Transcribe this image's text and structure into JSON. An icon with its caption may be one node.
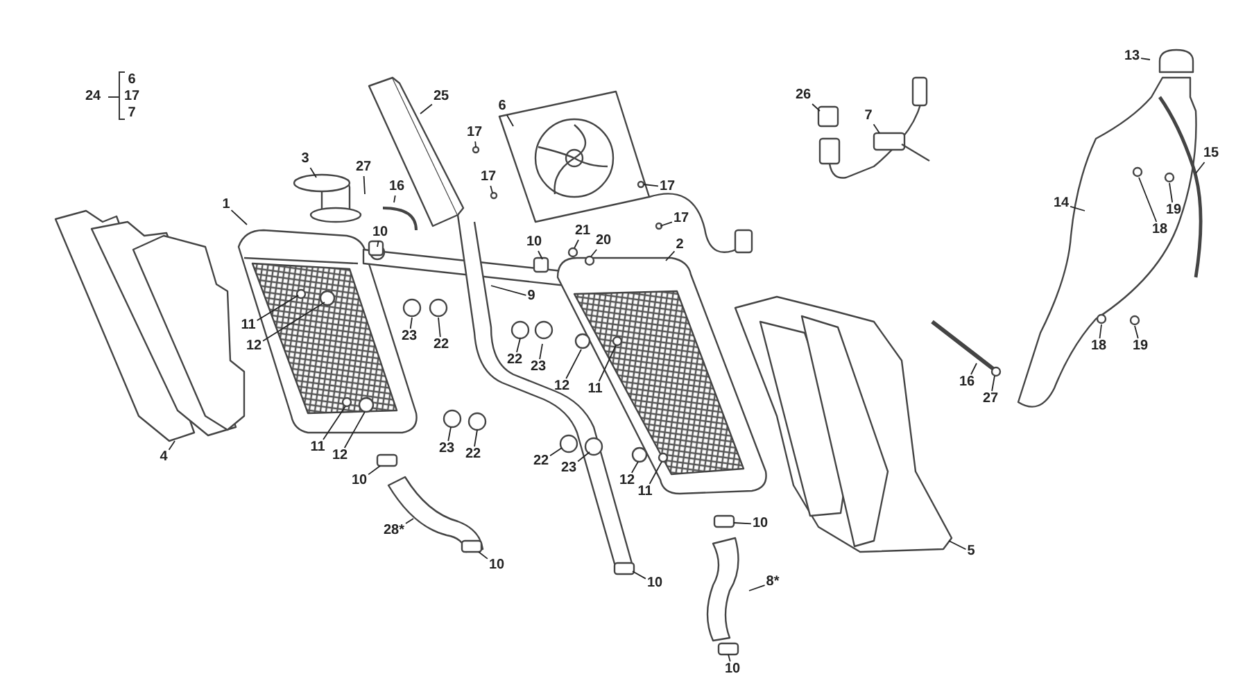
{
  "diagram": {
    "nodes": [
      {
        "text": [
          "1"
        ]
      },
      {
        "text": [
          "3"
        ]
      },
      {
        "text": [
          "27"
        ]
      },
      {
        "text": [
          "16"
        ]
      },
      {
        "text": [
          "10"
        ]
      },
      {
        "text": [
          "25"
        ]
      },
      {
        "text": [
          "17"
        ]
      },
      {
        "text": [
          "6"
        ]
      },
      {
        "text": [
          "17"
        ]
      },
      {
        "text": [
          "17"
        ]
      },
      {
        "text": [
          "17"
        ]
      },
      {
        "text": [
          "21"
        ]
      },
      {
        "text": [
          "20"
        ]
      },
      {
        "text": [
          "10"
        ]
      },
      {
        "text": [
          "2"
        ]
      },
      {
        "text": [
          "9"
        ]
      },
      {
        "text": [
          "11"
        ]
      },
      {
        "text": [
          "12"
        ]
      },
      {
        "text": [
          "23"
        ]
      },
      {
        "text": [
          "22"
        ]
      },
      {
        "text": [
          "22"
        ]
      },
      {
        "text": [
          "23"
        ]
      },
      {
        "text": [
          "12"
        ]
      },
      {
        "text": [
          "11"
        ]
      },
      {
        "text": [
          "26"
        ]
      },
      {
        "text": [
          "7"
        ]
      },
      {
        "text": [
          "13"
        ]
      },
      {
        "text": [
          "15"
        ]
      },
      {
        "text": [
          "14"
        ]
      },
      {
        "text": [
          "18"
        ]
      },
      {
        "text": [
          "19"
        ]
      },
      {
        "text": [
          "18"
        ]
      },
      {
        "text": [
          "19"
        ]
      },
      {
        "text": [
          "16"
        ]
      },
      {
        "text": [
          "27"
        ]
      },
      {
        "text": [
          "11"
        ]
      },
      {
        "text": [
          "12"
        ]
      },
      {
        "text": [
          "23"
        ]
      },
      {
        "text": [
          "22"
        ]
      },
      {
        "text": [
          "22"
        ]
      },
      {
        "text": [
          "23"
        ]
      },
      {
        "text": [
          "12"
        ]
      },
      {
        "text": [
          "11"
        ]
      },
      {
        "text": [
          "10"
        ]
      },
      {
        "text": [
          "28*"
        ]
      },
      {
        "text": [
          "10"
        ]
      },
      {
        "text": [
          "10"
        ]
      },
      {
        "text": [
          "10"
        ]
      },
      {
        "text": [
          "8*"
        ]
      },
      {
        "text": [
          "10"
        ]
      },
      {
        "text": [
          "4"
        ]
      },
      {
        "text": [
          "5"
        ]
      }
    ],
    "edges": [
      {
        "from": 0,
        "to": null,
        "arrow": "none"
      },
      {
        "from": 1,
        "to": null,
        "arrow": "none"
      },
      {
        "from": 2,
        "to": null,
        "arrow": "none"
      },
      {
        "from": 3,
        "to": null,
        "arrow": "none"
      },
      {
        "from": 4,
        "to": null,
        "arrow": "none"
      },
      {
        "from": 5,
        "to": null,
        "arrow": "none"
      },
      {
        "from": 6,
        "to": null,
        "arrow": "none"
      },
      {
        "from": 7,
        "to": null,
        "arrow": "none"
      },
      {
        "from": 8,
        "to": null,
        "arrow": "none"
      },
      {
        "from": 9,
        "to": null,
        "arrow": "none"
      },
      {
        "from": 10,
        "to": null,
        "arrow": "none"
      },
      {
        "from": 11,
        "to": null,
        "arrow": "none"
      },
      {
        "from": 12,
        "to": null,
        "arrow": "none"
      },
      {
        "from": 13,
        "to": null,
        "arrow": "none"
      },
      {
        "from": 14,
        "to": null,
        "arrow": "none"
      },
      {
        "from": 15,
        "to": null,
        "arrow": "none"
      },
      {
        "from": 16,
        "to": null,
        "arrow": "none"
      },
      {
        "from": 17,
        "to": null,
        "arrow": "none"
      },
      {
        "from": 18,
        "to": null,
        "arrow": "none"
      },
      {
        "from": 19,
        "to": null,
        "arrow": "none"
      },
      {
        "from": 20,
        "to": null,
        "arrow": "none"
      },
      {
        "from": 21,
        "to": null,
        "arrow": "none"
      },
      {
        "from": 22,
        "to": null,
        "arrow": "none"
      },
      {
        "from": 23,
        "to": null,
        "arrow": "none"
      },
      {
        "from": 24,
        "to": null,
        "arrow": "none"
      },
      {
        "from": 25,
        "to": null,
        "arrow": "none"
      },
      {
        "from": 26,
        "to": null,
        "arrow": "none"
      },
      {
        "from": 27,
        "to": null,
        "arrow": "none"
      },
      {
        "from": 28,
        "to": null,
        "arrow": "none"
      },
      {
        "from": 29,
        "to": null,
        "arrow": "none"
      },
      {
        "from": 30,
        "to": null,
        "arrow": "none"
      },
      {
        "from": 31,
        "to": null,
        "arrow": "none"
      },
      {
        "from": 32,
        "to": null,
        "arrow": "none"
      },
      {
        "from": 33,
        "to": null,
        "arrow": "none"
      },
      {
        "from": 34,
        "to": null,
        "arrow": "none"
      },
      {
        "from": 35,
        "to": null,
        "arrow": "none"
      },
      {
        "from": 36,
        "to": null,
        "arrow": "none"
      },
      {
        "from": 37,
        "to": null,
        "arrow": "none"
      },
      {
        "from": 38,
        "to": null,
        "arrow": "none"
      },
      {
        "from": 39,
        "to": null,
        "arrow": "none"
      },
      {
        "from": 40,
        "to": null,
        "arrow": "none"
      },
      {
        "from": 41,
        "to": null,
        "arrow": "none"
      },
      {
        "from": 42,
        "to": null,
        "arrow": "none"
      },
      {
        "from": 43,
        "to": null,
        "arrow": "none"
      },
      {
        "from": 44,
        "to": null,
        "arrow": "none"
      },
      {
        "from": 45,
        "to": null,
        "arrow": "none"
      },
      {
        "from": 46,
        "to": null,
        "arrow": "none"
      },
      {
        "from": 47,
        "to": null,
        "arrow": "none"
      },
      {
        "from": 48,
        "to": null,
        "arrow": "none"
      },
      {
        "from": 49,
        "to": null,
        "arrow": "none"
      },
      {
        "from": 50,
        "to": null,
        "arrow": "none"
      },
      {
        "from": 51,
        "to": null,
        "arrow": "none"
      }
    ],
    "labels": [
      "24",
      "6",
      "17",
      "7"
    ]
  }
}
